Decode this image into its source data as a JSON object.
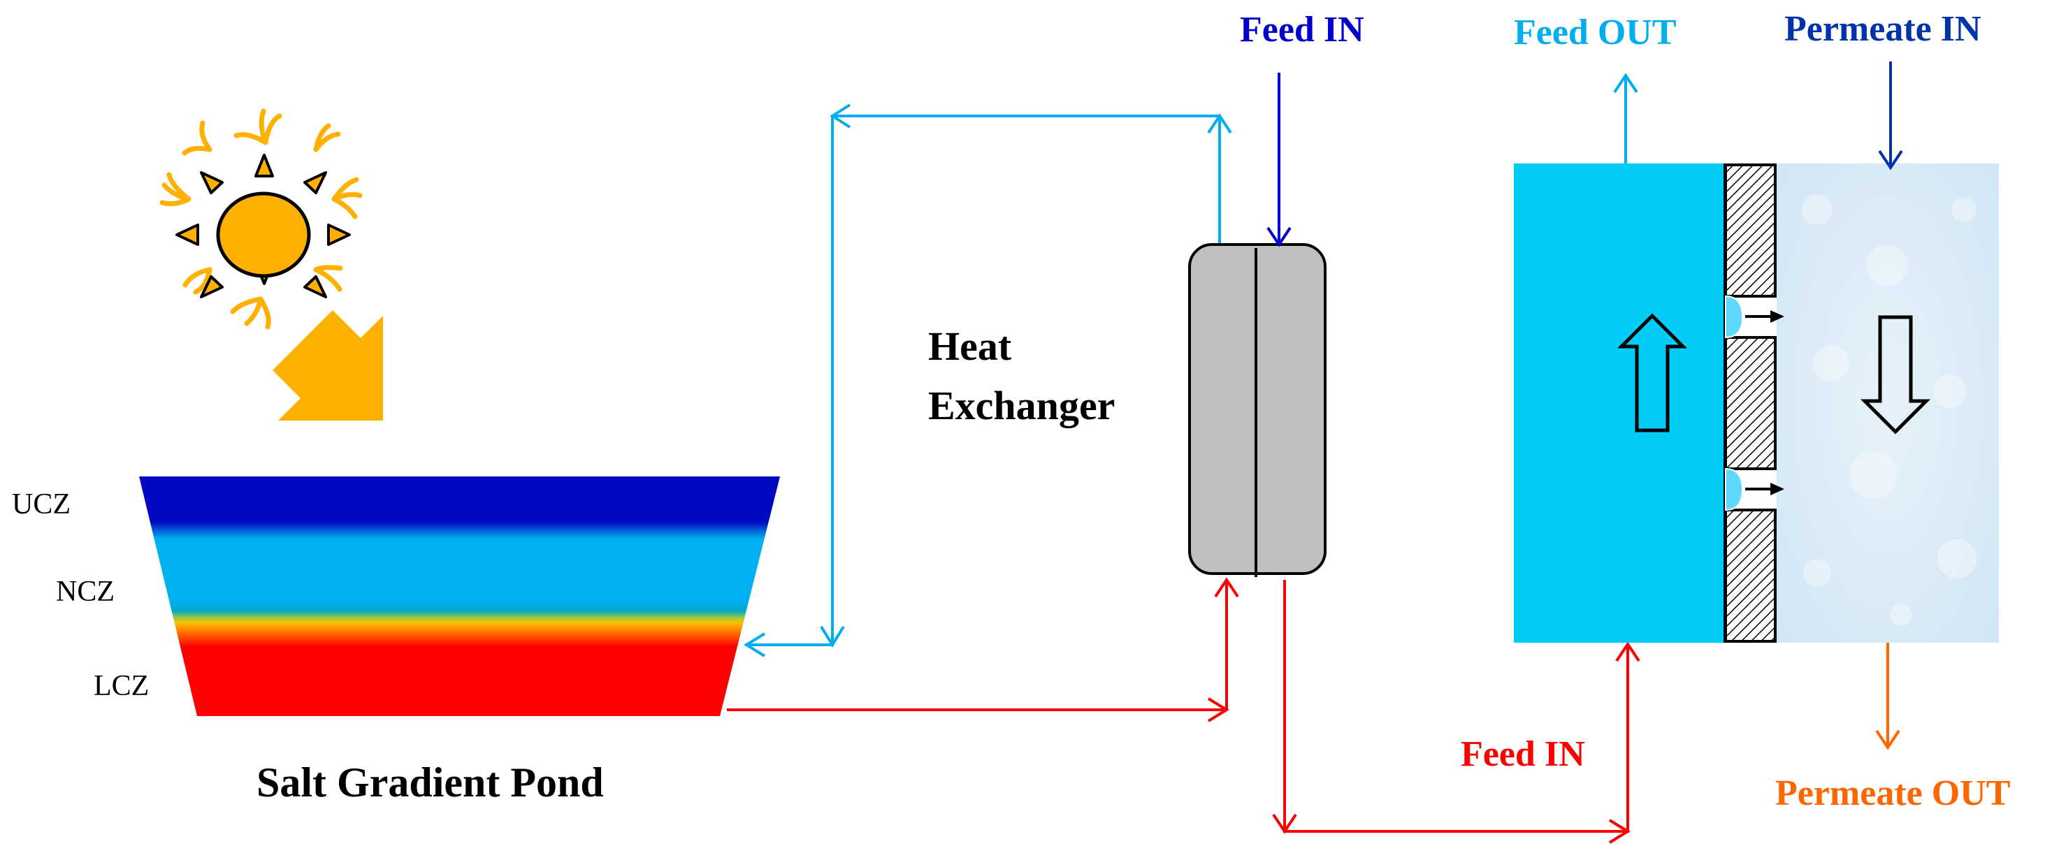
{
  "pond": {
    "zones": {
      "ucz": "UCZ",
      "ncz": "NCZ",
      "lcz": "LCZ"
    },
    "caption": "Salt Gradient Pond"
  },
  "heat_exchanger": {
    "line1": "Heat",
    "line2": "Exchanger"
  },
  "labels": {
    "feed_in_top": "Feed IN",
    "feed_out": "Feed OUT",
    "permeate_in": "Permeate IN",
    "feed_in_bottom": "Feed IN",
    "permeate_out": "Permeate OUT"
  },
  "colors": {
    "hot_loop": "#ff0000",
    "cold_loop": "#00aeef",
    "feed_in_top": "#0000cc",
    "feed_out": "#00aeef",
    "permeate_in": "#0033aa",
    "permeate_out": "#ff6600",
    "sun": "#ffb000",
    "ucz": "#0009c0",
    "ncz": "#00b0f0",
    "lcz": "#ff0000",
    "feed_channel": "#00ccf5",
    "permeate_channel": "#dcecf8",
    "heat_exchanger_body": "#c0c0c0"
  }
}
